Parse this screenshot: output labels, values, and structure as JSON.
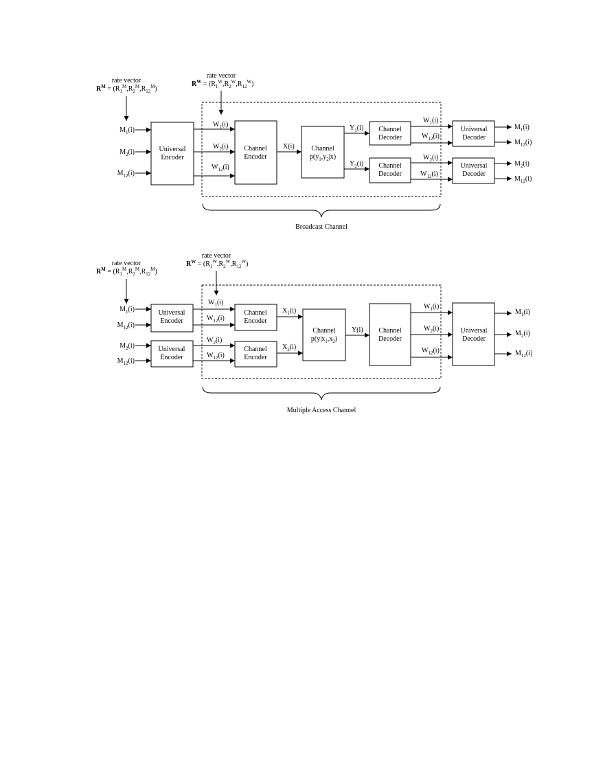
{
  "broadcast": {
    "caption": "Broadcast Channel",
    "rate_m": {
      "head": "rate vector",
      "bold": "R",
      "bold_sup": "M",
      "eq": " = (R",
      "s1": "1",
      "p1": "M",
      "c1": ",R",
      "s2": "2",
      "p2": "M",
      "c2": ",R",
      "s3": "12",
      "p3": "M",
      "close": ")"
    },
    "rate_w": {
      "head": "rate vector",
      "bold": "R",
      "bold_sup": "W",
      "eq": " = (R",
      "s1": "1",
      "p1": "W",
      "c1": ",R",
      "s2": "2",
      "p2": "W",
      "c2": ",R",
      "s3": "12",
      "p3": "W",
      "close": ")"
    },
    "boxes": {
      "uenc": [
        "Universal",
        "Encoder"
      ],
      "cenc": [
        "Channel",
        "Encoder"
      ],
      "chan": {
        "l1": "Channel",
        "p": "p(y",
        "s1": "1",
        "c": ",y",
        "s2": "2",
        "r": "|x)"
      },
      "cdec1": [
        "Channel",
        "Decoder"
      ],
      "cdec2": [
        "Channel",
        "Decoder"
      ],
      "udec1": [
        "Universal",
        "Decoder"
      ],
      "udec2": [
        "Universal",
        "Decoder"
      ]
    },
    "signals": {
      "m1": {
        "b": "M",
        "s": "1",
        "a": "(i)"
      },
      "m2": {
        "b": "M",
        "s": "2",
        "a": "(i)"
      },
      "m12": {
        "b": "M",
        "s": "12",
        "a": "(i)"
      },
      "w1": {
        "b": "W",
        "s": "1",
        "a": "(i)"
      },
      "w2": {
        "b": "W",
        "s": "2",
        "a": "(i)"
      },
      "w12": {
        "b": "W",
        "s": "12",
        "a": "(i)"
      },
      "x": {
        "b": "X(i)"
      },
      "y1": {
        "b": "Y",
        "s": "1",
        "a": "(i)"
      },
      "y2": {
        "b": "Y",
        "s": "2",
        "a": "(i)"
      },
      "d1w1": {
        "b": "W",
        "s": "1",
        "a": "(i)"
      },
      "d1w12": {
        "b": "W",
        "s": "12",
        "a": "(i)"
      },
      "d2w2": {
        "b": "W",
        "s": "2",
        "a": "(i)"
      },
      "d2w12": {
        "b": "W",
        "s": "12",
        "a": "(i)"
      },
      "o1": {
        "b": "M",
        "s": "1",
        "a": "(i)"
      },
      "o12a": {
        "b": "M",
        "s": "12",
        "a": "(i)"
      },
      "o2": {
        "b": "M",
        "s": "2",
        "a": "(i)"
      },
      "o12b": {
        "b": "M",
        "s": "12",
        "a": "(i)"
      }
    }
  },
  "mac": {
    "caption": "Multiple Access Channel",
    "rate_m": {
      "head": "rate vector",
      "bold": "R",
      "bold_sup": "M",
      "eq": " = (R",
      "s1": "1",
      "p1": "M",
      "c1": ",R",
      "s2": "2",
      "p2": "M",
      "c2": ",R",
      "s3": "12",
      "p3": "M",
      "close": ")"
    },
    "rate_w": {
      "head": "rate vector",
      "bold": "R",
      "bold_sup": "W",
      "eq": " = (R",
      "s1": "1",
      "p1": "W",
      "c1": ",R",
      "s2": "2",
      "p2": "W",
      "c2": ",R",
      "s3": "12",
      "p3": "W",
      "close": ")"
    },
    "boxes": {
      "uenc1": [
        "Universal",
        "Encoder"
      ],
      "uenc2": [
        "Universal",
        "Encoder"
      ],
      "cenc1": [
        "Channel",
        "Encoder"
      ],
      "cenc2": [
        "Channel",
        "Encoder"
      ],
      "chan": {
        "l1": "Channel",
        "p": "p(y|x",
        "s1": "1",
        "c": ",x",
        "s2": "2",
        "r": ")"
      },
      "cdec": [
        "Channel",
        "Decoder"
      ],
      "udec": [
        "Universal",
        "Decoder"
      ]
    },
    "signals": {
      "m1": {
        "b": "M",
        "s": "1",
        "a": "(i)"
      },
      "m12a": {
        "b": "M",
        "s": "12",
        "a": "(i)"
      },
      "m2": {
        "b": "M",
        "s": "2",
        "a": "(i)"
      },
      "m12b": {
        "b": "M",
        "s": "12",
        "a": "(i)"
      },
      "w1": {
        "b": "W",
        "s": "1",
        "a": "(i)"
      },
      "w12a": {
        "b": "W",
        "s": "12",
        "a": "(i)"
      },
      "w2": {
        "b": "W",
        "s": "2",
        "a": "(i)"
      },
      "w12b": {
        "b": "W",
        "s": "12",
        "a": "(i)"
      },
      "x1": {
        "b": "X",
        "s": "1",
        "a": "(i)"
      },
      "x2": {
        "b": "X",
        "s": "2",
        "a": "(i)"
      },
      "y": {
        "b": "Y(i)"
      },
      "dw1": {
        "b": "W",
        "s": "1",
        "a": "(i)"
      },
      "dw2": {
        "b": "W",
        "s": "2",
        "a": "(i)"
      },
      "dw12": {
        "b": "W",
        "s": "12",
        "a": "(i)"
      },
      "o1": {
        "b": "M",
        "s": "1",
        "a": "(i)"
      },
      "o2": {
        "b": "M",
        "s": "2",
        "a": "(i)"
      },
      "o12": {
        "b": "M",
        "s": "12",
        "a": "(i)"
      }
    }
  }
}
